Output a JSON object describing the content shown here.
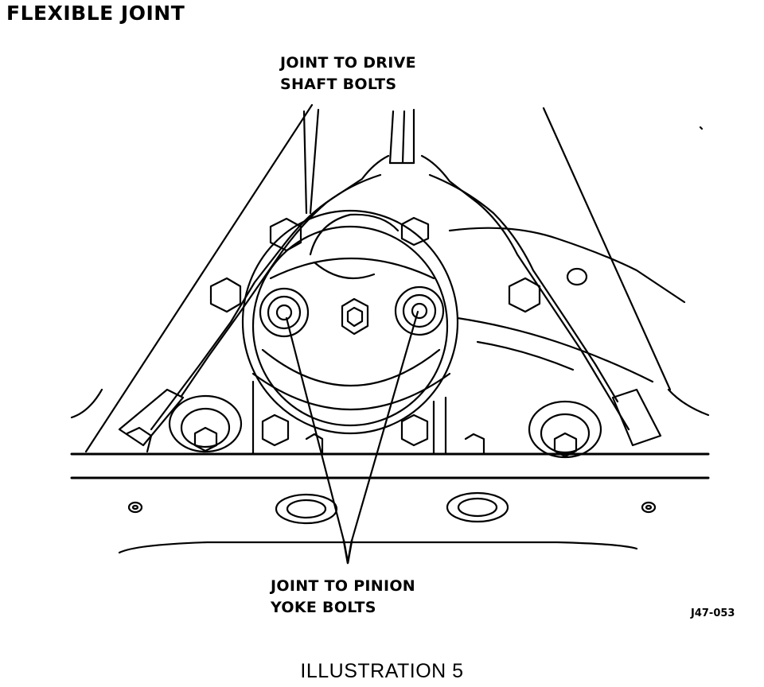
{
  "title": "FLEXIBLE JOINT",
  "callouts": {
    "drive_shaft": {
      "line1": "JOINT TO DRIVE",
      "line2": "SHAFT BOLTS"
    },
    "pinion_yoke": {
      "line1": "JOINT TO PINION",
      "line2": "YOKE BOLTS"
    }
  },
  "figure_id": "J47-053",
  "caption": "ILLUSTRATION 5",
  "colors": {
    "ink": "#000000",
    "paper": "#ffffff"
  }
}
